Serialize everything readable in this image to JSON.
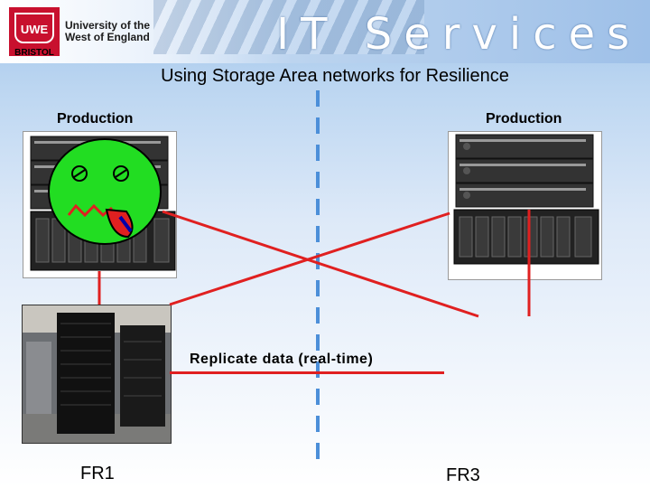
{
  "header": {
    "logo_text": "UWE",
    "logo_subtext": "BRISTOL",
    "university_line1": "University of the",
    "university_line2": "West of England",
    "it_services": "IT Services"
  },
  "slide": {
    "title": "Using Storage Area networks for Resilience",
    "left_label": "Production",
    "right_label": "Production",
    "replicate_label": "Replicate data (real-time)",
    "left_site": "FR1",
    "right_site": "FR3"
  },
  "colors": {
    "link_red": "#e02020",
    "divider_blue": "#4c8fd9",
    "sick_face_green": "#22dd22"
  }
}
